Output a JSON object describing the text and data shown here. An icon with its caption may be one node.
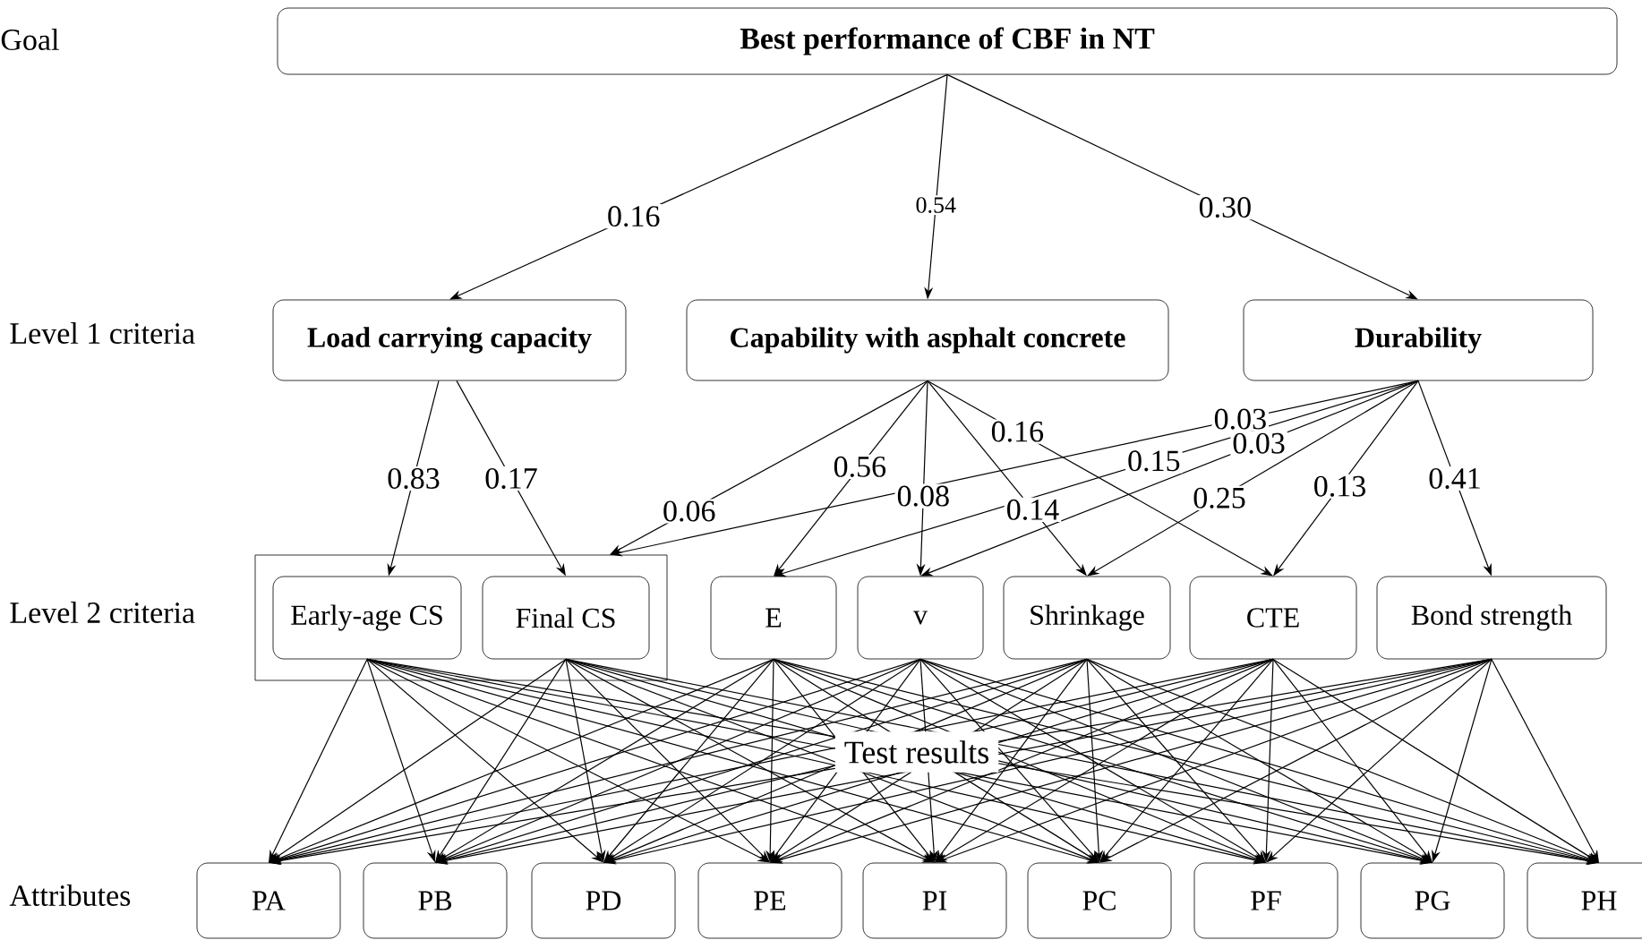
{
  "diagram": {
    "nodes": [
      {
        "text": [
          "Best performance of CBF in NT"
        ]
      },
      {
        "text": [
          "Load carrying capacity"
        ]
      },
      {
        "text": [
          "Capability with asphalt concrete"
        ]
      },
      {
        "text": [
          "Durability"
        ]
      },
      {
        "text": [],
        "shape": "box"
      },
      {
        "text": [
          "Early-age CS"
        ],
        "in": 4
      },
      {
        "text": [
          "Final CS"
        ],
        "in": 4
      },
      {
        "text": [
          "E"
        ]
      },
      {
        "text": [
          "v"
        ]
      },
      {
        "text": [
          "Shrinkage"
        ]
      },
      {
        "text": [
          "CTE"
        ]
      },
      {
        "text": [
          "Bond strength"
        ]
      },
      {
        "text": [
          "PA"
        ]
      },
      {
        "text": [
          "PB"
        ]
      },
      {
        "text": [
          "PD"
        ]
      },
      {
        "text": [
          "PE"
        ]
      },
      {
        "text": [
          "PI"
        ]
      },
      {
        "text": [
          "PC"
        ]
      },
      {
        "text": [
          "PF"
        ]
      },
      {
        "text": [
          "PG"
        ]
      },
      {
        "text": [
          "PH"
        ]
      }
    ],
    "edges": [
      {
        "from": 0,
        "to": 1,
        "arrow": "to",
        "label": "0.16"
      },
      {
        "from": 0,
        "to": 2,
        "arrow": "to",
        "label": "0.54"
      },
      {
        "from": 0,
        "to": 3,
        "arrow": "to",
        "label": "0.30"
      },
      {
        "from": 1,
        "to": 5,
        "arrow": "to",
        "label": "0.83"
      },
      {
        "from": 1,
        "to": 6,
        "arrow": "to",
        "label": "0.17"
      },
      {
        "from": 2,
        "to": 4,
        "arrow": "to",
        "label": "0.06"
      },
      {
        "from": 2,
        "to": 7,
        "arrow": "to",
        "label": "0.56"
      },
      {
        "from": 2,
        "to": 8,
        "arrow": "to",
        "label": "0.08"
      },
      {
        "from": 2,
        "to": 9,
        "arrow": "to",
        "label": "0.14"
      },
      {
        "from": 2,
        "to": 10,
        "arrow": "to",
        "label": "0.16"
      },
      {
        "from": 3,
        "to": 4,
        "arrow": "to",
        "label": "0.03"
      },
      {
        "from": 3,
        "to": 7,
        "arrow": "to",
        "label": "0.15"
      },
      {
        "from": 3,
        "to": 8,
        "arrow": "to",
        "label": "0.03"
      },
      {
        "from": 3,
        "to": 9,
        "arrow": "to",
        "label": "0.25"
      },
      {
        "from": 3,
        "to": 10,
        "arrow": "to",
        "label": "0.13"
      },
      {
        "from": 3,
        "to": 11,
        "arrow": "to",
        "label": "0.41"
      },
      {
        "from": 5,
        "to": 12,
        "arrow": "to"
      },
      {
        "from": 5,
        "to": 13,
        "arrow": "to"
      },
      {
        "from": 5,
        "to": 14,
        "arrow": "to"
      },
      {
        "from": 5,
        "to": 15,
        "arrow": "to"
      },
      {
        "from": 5,
        "to": 16,
        "arrow": "to"
      },
      {
        "from": 5,
        "to": 17,
        "arrow": "to"
      },
      {
        "from": 5,
        "to": 18,
        "arrow": "to"
      },
      {
        "from": 5,
        "to": 19,
        "arrow": "to"
      },
      {
        "from": 5,
        "to": 20,
        "arrow": "to"
      },
      {
        "from": 6,
        "to": 12,
        "arrow": "to"
      },
      {
        "from": 6,
        "to": 13,
        "arrow": "to"
      },
      {
        "from": 6,
        "to": 14,
        "arrow": "to"
      },
      {
        "from": 6,
        "to": 15,
        "arrow": "to"
      },
      {
        "from": 6,
        "to": 16,
        "arrow": "to"
      },
      {
        "from": 6,
        "to": 17,
        "arrow": "to"
      },
      {
        "from": 6,
        "to": 18,
        "arrow": "to"
      },
      {
        "from": 6,
        "to": 19,
        "arrow": "to"
      },
      {
        "from": 6,
        "to": 20,
        "arrow": "to"
      },
      {
        "from": 7,
        "to": 12,
        "arrow": "to"
      },
      {
        "from": 7,
        "to": 13,
        "arrow": "to"
      },
      {
        "from": 7,
        "to": 14,
        "arrow": "to"
      },
      {
        "from": 7,
        "to": 15,
        "arrow": "to"
      },
      {
        "from": 7,
        "to": 16,
        "arrow": "to"
      },
      {
        "from": 7,
        "to": 17,
        "arrow": "to"
      },
      {
        "from": 7,
        "to": 18,
        "arrow": "to"
      },
      {
        "from": 7,
        "to": 19,
        "arrow": "to"
      },
      {
        "from": 7,
        "to": 20,
        "arrow": "to"
      },
      {
        "from": 8,
        "to": 12,
        "arrow": "to"
      },
      {
        "from": 8,
        "to": 13,
        "arrow": "to"
      },
      {
        "from": 8,
        "to": 14,
        "arrow": "to"
      },
      {
        "from": 8,
        "to": 15,
        "arrow": "to"
      },
      {
        "from": 8,
        "to": 16,
        "arrow": "to"
      },
      {
        "from": 8,
        "to": 17,
        "arrow": "to"
      },
      {
        "from": 8,
        "to": 18,
        "arrow": "to"
      },
      {
        "from": 8,
        "to": 19,
        "arrow": "to"
      },
      {
        "from": 8,
        "to": 20,
        "arrow": "to"
      },
      {
        "from": 9,
        "to": 12,
        "arrow": "to"
      },
      {
        "from": 9,
        "to": 13,
        "arrow": "to"
      },
      {
        "from": 9,
        "to": 14,
        "arrow": "to"
      },
      {
        "from": 9,
        "to": 15,
        "arrow": "to"
      },
      {
        "from": 9,
        "to": 16,
        "arrow": "to"
      },
      {
        "from": 9,
        "to": 17,
        "arrow": "to"
      },
      {
        "from": 9,
        "to": 18,
        "arrow": "to"
      },
      {
        "from": 9,
        "to": 19,
        "arrow": "to"
      },
      {
        "from": 9,
        "to": 20,
        "arrow": "to"
      },
      {
        "from": 10,
        "to": 12,
        "arrow": "to"
      },
      {
        "from": 10,
        "to": 13,
        "arrow": "to"
      },
      {
        "from": 10,
        "to": 14,
        "arrow": "to"
      },
      {
        "from": 10,
        "to": 15,
        "arrow": "to"
      },
      {
        "from": 10,
        "to": 16,
        "arrow": "to"
      },
      {
        "from": 10,
        "to": 17,
        "arrow": "to"
      },
      {
        "from": 10,
        "to": 18,
        "arrow": "to"
      },
      {
        "from": 10,
        "to": 19,
        "arrow": "to"
      },
      {
        "from": 10,
        "to": 20,
        "arrow": "to"
      },
      {
        "from": 11,
        "to": 12,
        "arrow": "to"
      },
      {
        "from": 11,
        "to": 13,
        "arrow": "to"
      },
      {
        "from": 11,
        "to": 14,
        "arrow": "to"
      },
      {
        "from": 11,
        "to": 15,
        "arrow": "to"
      },
      {
        "from": 11,
        "to": 16,
        "arrow": "to"
      },
      {
        "from": 11,
        "to": 17,
        "arrow": "to"
      },
      {
        "from": 11,
        "to": 18,
        "arrow": "to"
      },
      {
        "from": 11,
        "to": 19,
        "arrow": "to"
      },
      {
        "from": 11,
        "to": 20,
        "arrow": "to"
      }
    ],
    "labels": [
      "Goal",
      "Level 1 criteria",
      "Level 2 criteria",
      "Test results",
      "Attributes"
    ]
  }
}
